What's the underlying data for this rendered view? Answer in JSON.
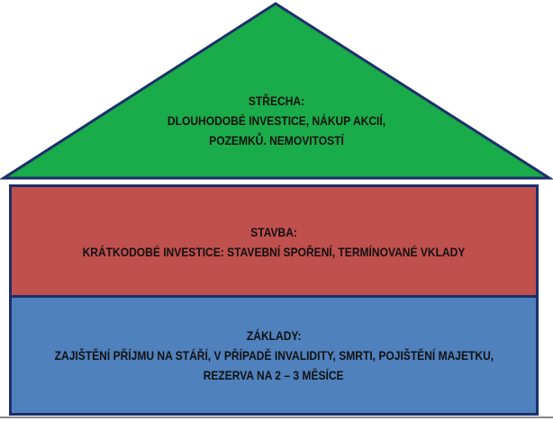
{
  "roof": {
    "title": "STŘECHA:",
    "line1": "DLOUHODOBÉ INVESTICE, NÁKUP AKCIÍ,",
    "line2": "POZEMKŮ. NEMOVITOSTÍ",
    "color": "#1aab4a"
  },
  "walls": {
    "title": "STAVBA:",
    "line1": "KRÁTKODOBÉ INVESTICE: STAVEBNÍ SPOŘENÍ, TERMÍNOVANÉ VKLADY",
    "color": "#c0504d"
  },
  "base": {
    "title": "ZÁKLADY:",
    "line1": "ZAJIŠTĚNÍ PŘÍJMU NA STÁŘÍ, V PŘÍPADĚ INVALIDITY, SMRTI, POJIŠTĚNÍ MAJETKU,",
    "line2": "REZERVA NA 2 – 3 MĚSÍCE",
    "color": "#4f81bd"
  },
  "outline_color": "#1c2f6b"
}
